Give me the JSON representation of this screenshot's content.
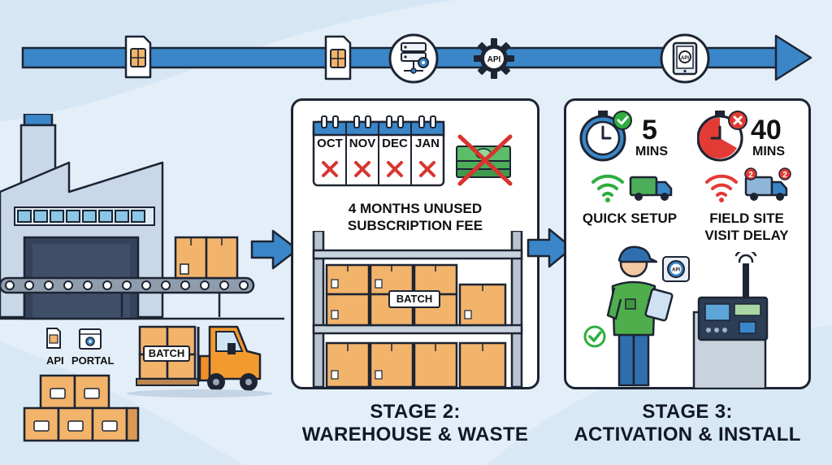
{
  "colors": {
    "background": "#e3eef8",
    "timeline_blue": "#3a86c8",
    "box_orange": "#f2b36b",
    "outline": "#1d2433",
    "success_green": "#2fae3f",
    "alert_red": "#e23b35"
  },
  "timeline": {
    "icons": [
      "sim-card-icon",
      "sim-card-icon",
      "server-settings-icon",
      "api-gear-icon",
      "tablet-api-icon"
    ],
    "api_label": "API"
  },
  "stage1": {
    "api_label": "API",
    "portal_label": "PORTAL",
    "batch_label": "BATCH"
  },
  "stage2": {
    "title_line1": "STAGE 2:",
    "title_line2": "WAREHOUSE & WASTE",
    "months": [
      "OCT",
      "NOV",
      "DEC",
      "JAN"
    ],
    "unused_line1": "4 MONTHS UNUSED",
    "unused_line2": "SUBSCRIPTION FEE",
    "batch_label": "BATCH"
  },
  "stage3": {
    "title_line1": "STAGE 3:",
    "title_line2": "ACTIVATION & INSTALL",
    "fast_time": "5",
    "fast_unit": "MINS",
    "slow_time": "40",
    "slow_unit": "MINS",
    "fast_label": "QUICK SETUP",
    "slow_label_line1": "FIELD SITE",
    "slow_label_line2": "VISIT DELAY",
    "truck_badge": "2",
    "api_badge": "API"
  }
}
